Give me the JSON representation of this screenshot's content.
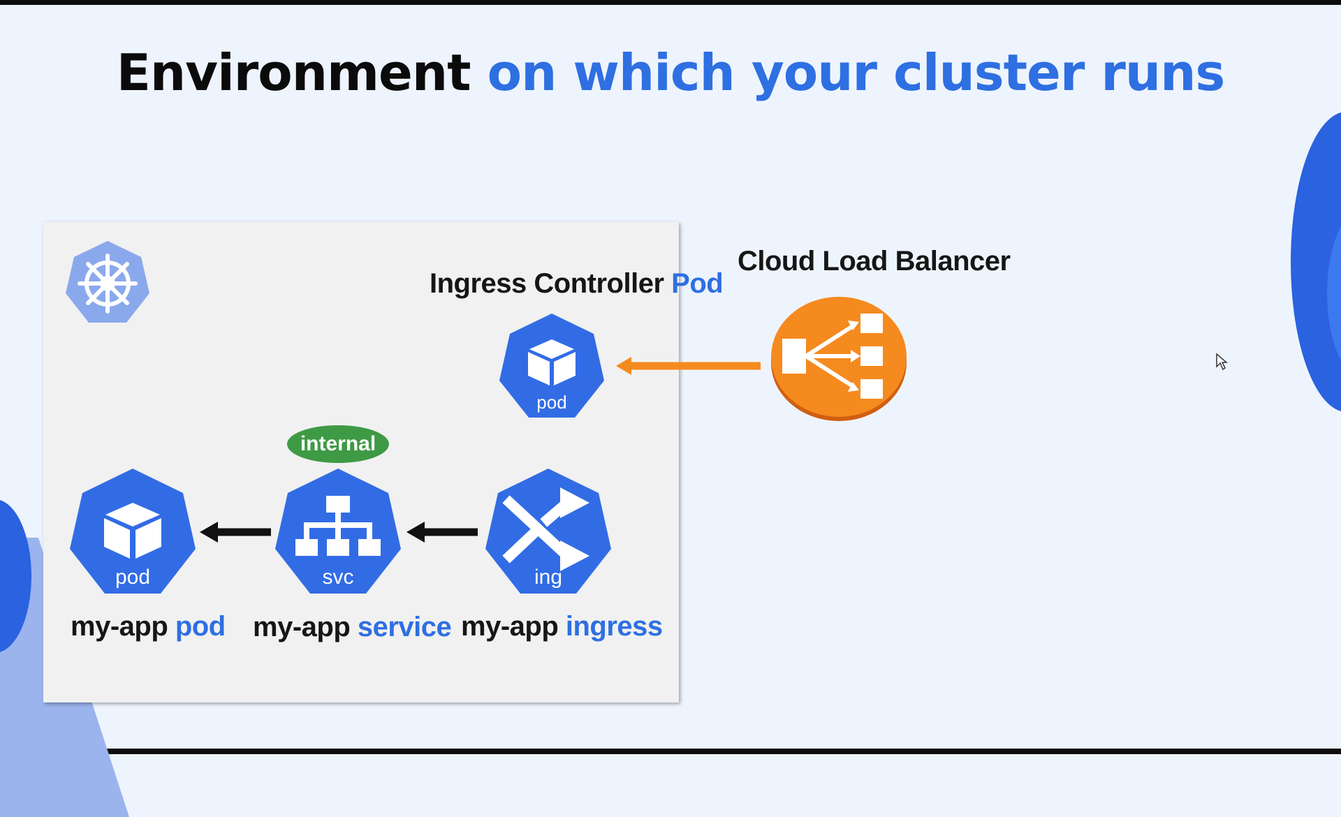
{
  "title": {
    "part1": "Environment",
    "part2": "on which your cluster runs"
  },
  "cluster": {
    "ingress_controller_label": {
      "text": "Ingress Controller",
      "highlight": "Pod"
    },
    "ingress_controller_icon_label": "pod",
    "pod_icon_label": "pod",
    "svc_icon_label": "svc",
    "ing_icon_label": "ing",
    "internal_badge": "internal",
    "my_app_pod": {
      "prefix": "my-app",
      "highlight": "pod"
    },
    "my_app_service": {
      "prefix": "my-app",
      "highlight": "service"
    },
    "my_app_ingress": {
      "prefix": "my-app",
      "highlight": "ingress"
    }
  },
  "load_balancer": {
    "label": "Cloud Load Balancer"
  },
  "colors": {
    "k8s_blue": "#326ce5",
    "accent_blue": "#2e6fe2",
    "orange": "#f58a1f",
    "green": "#3e9a45",
    "background": "#eef4fd"
  },
  "icons": [
    "kubernetes-helm-icon",
    "cube-icon",
    "hierarchy-icon",
    "shuffle-icon",
    "load-balancer-icon",
    "cursor-icon"
  ]
}
